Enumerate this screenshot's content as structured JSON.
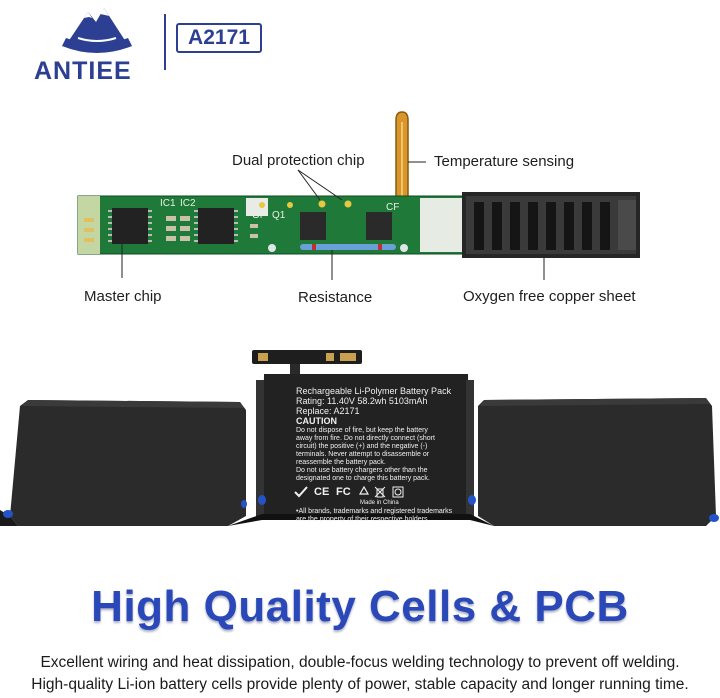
{
  "brand": {
    "name": "ANTIEE",
    "model": "A2171",
    "colors": {
      "primary": "#2c3f93",
      "headline": "#2a48b8"
    }
  },
  "pcb": {
    "labels": {
      "dual_protection_chip": "Dual protection chip",
      "temperature_sensing": "Temperature sensing",
      "master_chip": "Master chip",
      "resistance": "Resistance",
      "oxygen_free_copper_sheet": "Oxygen free copper sheet"
    },
    "silkscreen": {
      "ic1": "IC1",
      "ic2": "IC2",
      "op": "OP",
      "q1": "Q1",
      "cf": "CF"
    }
  },
  "battery": {
    "label": {
      "title": "Rechargeable Li-Polymer Battery Pack",
      "rating": "Rating: 11.40V    58.2wh 5103mAh",
      "replace": "Replace: A2171",
      "caution": "CAUTION",
      "warning": [
        "Do not dispose of fire, but keep the battery",
        "away from fire. Do not directly connect (short",
        "circuit) the positive (+) and the negative (-)",
        "terminals. Never attempt to disassemble or",
        "reassemble the battery pack.",
        "Do not use battery chargers other than the",
        "designated one to charge this battery pack."
      ],
      "marks": [
        "CE",
        "FC"
      ],
      "made_in": "Made in China",
      "trademark": [
        "•All brands, trademarks and registered trademarks",
        "are the property of their respective holders."
      ]
    }
  },
  "headline": "High Quality Cells & PCB",
  "captions": [
    "Excellent wiring and heat dissipation, double-focus welding technology to prevent off welding.",
    "High-quality Li-ion battery cells provide plenty of power, stable capacity and longer running time."
  ]
}
